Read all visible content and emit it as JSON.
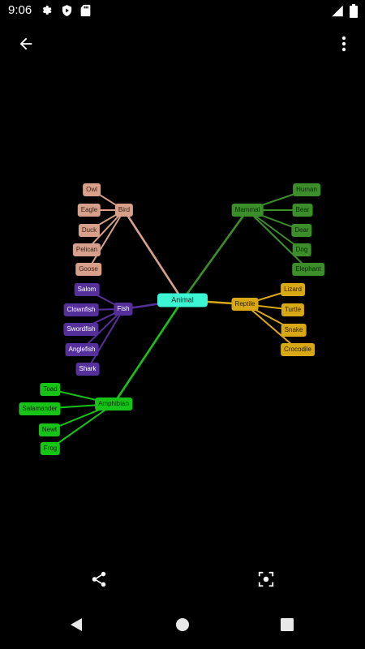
{
  "status_bar": {
    "time": "9:06",
    "icons": [
      "gear-icon",
      "shield-play-icon",
      "sd-card-icon",
      "signal-icon",
      "battery-icon"
    ]
  },
  "app_bar": {
    "back_icon": "arrow-back-icon",
    "menu_icon": "more-vert-icon"
  },
  "mind_map": {
    "root": {
      "label": "Animal",
      "color": "#3CF5D2",
      "text_color": "#1a1a1a"
    },
    "branches": [
      {
        "id": "bird",
        "label": "Bird",
        "color": "#D8A08A",
        "text_color": "#3a2218",
        "children": [
          "Owl",
          "Eagle",
          "Duck",
          "Pelican",
          "Goose"
        ]
      },
      {
        "id": "fish",
        "label": "Fish",
        "color": "#56309A",
        "text_color": "#ffffff",
        "children": [
          "Salom",
          "Clownfish",
          "Swordfish",
          "Anglefish",
          "Shark"
        ]
      },
      {
        "id": "amphibian",
        "label": "Amphibian",
        "color": "#16C316",
        "text_color": "#0a2a0a",
        "children": [
          "Toad",
          "Salamander",
          "Newt",
          "Frog"
        ]
      },
      {
        "id": "mammal",
        "label": "Mammal",
        "color": "#3B8E2A",
        "text_color": "#0e2a0a",
        "children": [
          "Human",
          "Bear",
          "Dear",
          "Dog",
          "Elephant"
        ]
      },
      {
        "id": "reptile",
        "label": "Reptile",
        "color": "#D8A815",
        "text_color": "#2a2000",
        "children": [
          "Lizard",
          "Turtle",
          "Snake",
          "Crocodile"
        ]
      }
    ]
  },
  "bottom_actions": {
    "share_icon": "share-icon",
    "focus_icon": "center-focus-icon"
  },
  "nav_bar": {
    "back": "nav-back-icon",
    "home": "nav-home-icon",
    "recents": "nav-recents-icon"
  }
}
